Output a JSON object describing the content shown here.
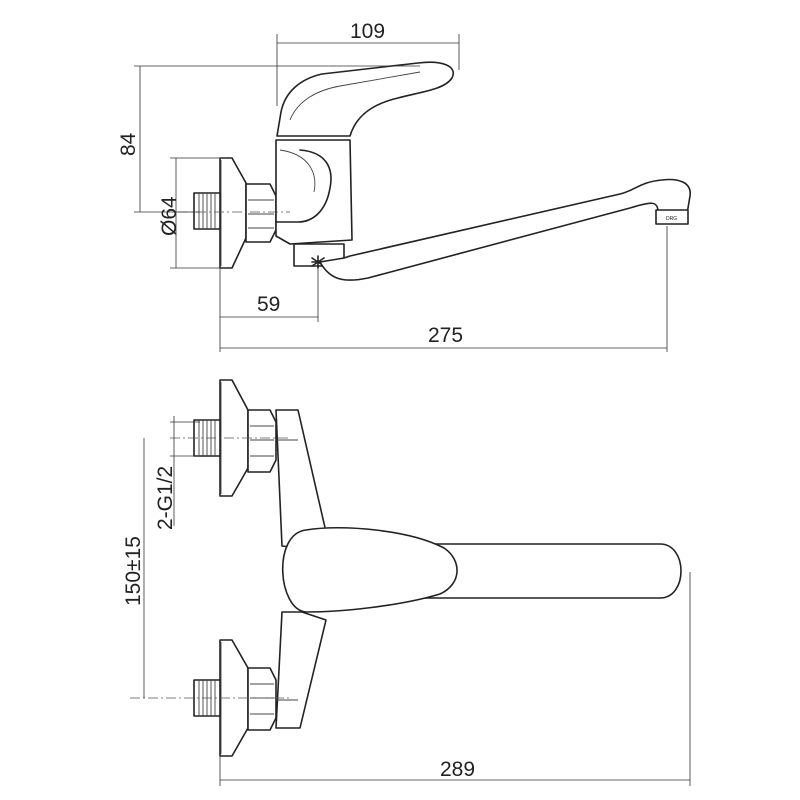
{
  "dimensions": {
    "handle_width": "109",
    "height": "84",
    "flange_diameter": "Ø64",
    "offset": "59",
    "spout_reach_side": "275",
    "thread": "2-G1/2",
    "center_distance": "150±15",
    "spout_reach_top": "289"
  },
  "aerator_label": "DRG"
}
